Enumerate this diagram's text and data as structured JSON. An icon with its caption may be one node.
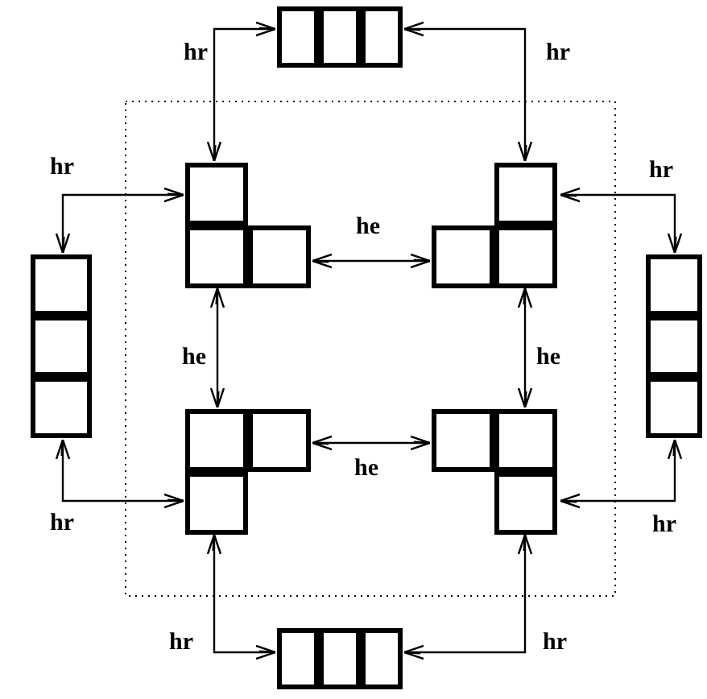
{
  "diagram": {
    "nodes": [
      {
        "text": [],
        "shape": "tromino"
      },
      {
        "text": [],
        "shape": "tromino"
      },
      {
        "text": [],
        "shape": "tromino"
      },
      {
        "text": [],
        "shape": "tromino"
      },
      {
        "text": [],
        "shape": "tromino"
      },
      {
        "text": [],
        "shape": "tromino"
      },
      {
        "text": [],
        "shape": "tromino"
      },
      {
        "text": [],
        "shape": "tromino"
      }
    ],
    "edges": [
      {
        "from": 0,
        "to": 1,
        "arrow": "both",
        "label": "hr"
      },
      {
        "from": 0,
        "to": 2,
        "arrow": "both",
        "label": "hr"
      },
      {
        "from": 3,
        "to": 1,
        "arrow": "both",
        "label": "hr"
      },
      {
        "from": 4,
        "to": 2,
        "arrow": "both",
        "label": "hr"
      },
      {
        "from": 1,
        "to": 2,
        "arrow": "both",
        "label": "he"
      },
      {
        "from": 1,
        "to": 5,
        "arrow": "both",
        "label": "he"
      },
      {
        "from": 2,
        "to": 6,
        "arrow": "both",
        "label": "he"
      },
      {
        "from": 5,
        "to": 6,
        "arrow": "both",
        "label": "he"
      },
      {
        "from": 3,
        "to": 5,
        "arrow": "both",
        "label": "hr"
      },
      {
        "from": 4,
        "to": 6,
        "arrow": "both",
        "label": "hr"
      },
      {
        "from": 5,
        "to": 7,
        "arrow": "both",
        "label": "hr"
      },
      {
        "from": 6,
        "to": 7,
        "arrow": "both",
        "label": "hr"
      }
    ]
  }
}
